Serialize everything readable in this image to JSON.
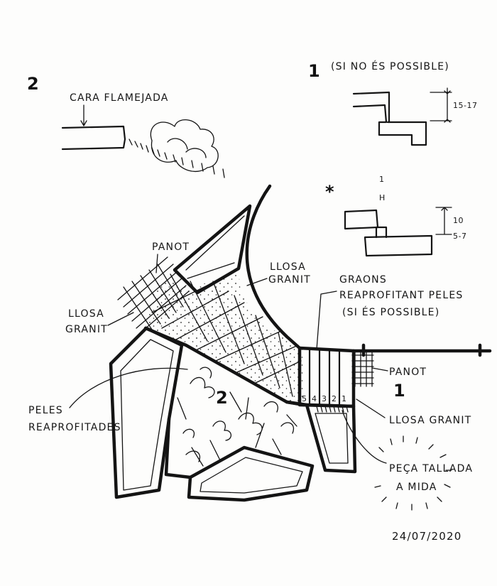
{
  "labels": {
    "cara_flamejada": "CARA FLAMEJADA",
    "number_1": "1",
    "number_2": "2",
    "si_no_es_possible": "(SI NO ÉS POSSIBLE)",
    "dim_15_17": "15-17",
    "asterisk": "*",
    "dim_1": "1",
    "dim_h": "H",
    "dim_10": "10",
    "dim_5_7": "5-7",
    "panot": "PANOT",
    "llosa_granit": "LLOSA GRANIT",
    "llosa_granit_line1": "LLOSA",
    "llosa_granit_line2": "GRANIT",
    "graons_line1": "GRAONS",
    "graons_line2": "REAPROFITANT PELES",
    "graons_line3": "(SI ÉS POSSIBLE)",
    "peles_line1": "PELES",
    "peles_line2": "REAPROFITADES",
    "peca_line1": "PEÇA TALLADA",
    "peca_line2": "A MIDA",
    "step_numbers": [
      "5",
      "4",
      "3",
      "2",
      "1"
    ],
    "date": "24/07/2020"
  }
}
